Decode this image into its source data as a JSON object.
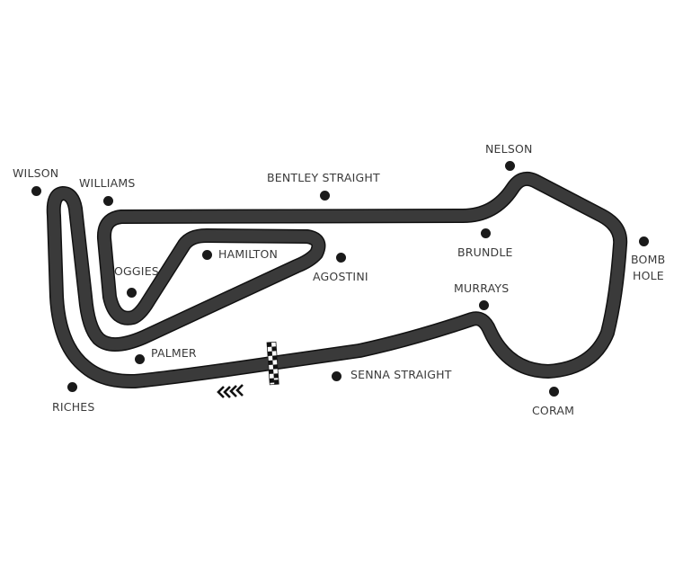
{
  "track": {
    "surface_color": "#3a3a3a",
    "outline_color": "#111111",
    "direction_indicator": "chevrons-left",
    "start_finish": "checkered-flag"
  },
  "corners": {
    "wilson": "WILSON",
    "williams": "WILLIAMS",
    "bentley_straight": "BENTLEY STRAIGHT",
    "nelson": "NELSON",
    "hamilton": "HAMILTON",
    "agostini": "AGOSTINI",
    "oggies": "OGGIES",
    "brundle": "BRUNDLE",
    "bomb_hole_line1": "BOMB",
    "bomb_hole_line2": "HOLE",
    "murrays": "MURRAYS",
    "palmer": "PALMER",
    "senna_straight": "SENNA STRAIGHT",
    "riches": "RICHES",
    "coram": "CORAM"
  }
}
